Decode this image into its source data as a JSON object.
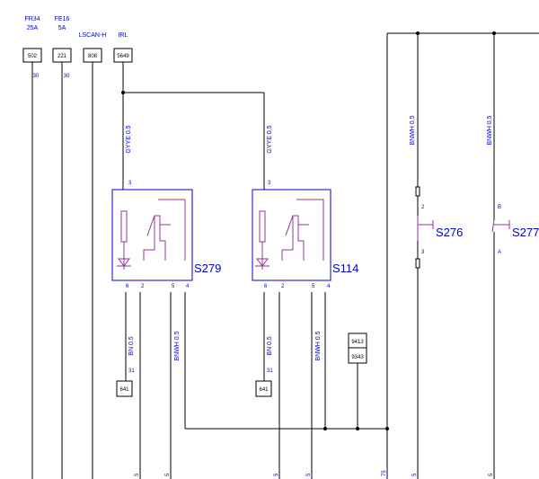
{
  "colors": {
    "wire": "#000000",
    "component": "#0000cc",
    "symbol": "#993399"
  },
  "connectors_top": [
    {
      "label_1": "FR34",
      "label_2": "25A",
      "box": "502",
      "pin": "30"
    },
    {
      "label_1": "FE16",
      "label_2": "5A",
      "box": "221",
      "pin": "30"
    },
    {
      "label_1": "LSCAN-H",
      "box": "808"
    },
    {
      "label_1": "IRL",
      "box": "5649"
    }
  ],
  "wires": {
    "gyye_left": "GYYE 0.5",
    "gyye_right": "GYYE 0.5",
    "bn_left": "BN 0.5",
    "bn_right": "BN 0.5",
    "bnwh_left": "BNWH 0.5",
    "bnwh_right": "BNWH 0.5",
    "bnwh_s276": "BNWH 0.5",
    "bnwh_s277": "BNWH 0.5"
  },
  "switches": {
    "s279": {
      "name": "S279",
      "pin_top": "3",
      "pin_6": "6",
      "pin_2": "2",
      "pin_5": "5",
      "pin_4": "4"
    },
    "s114": {
      "name": "S114",
      "pin_top": "3",
      "pin_6": "6",
      "pin_2": "2",
      "pin_5": "5",
      "pin_4": "4"
    },
    "s276": {
      "name": "S276",
      "pin_top": "2",
      "pin_bottom": "3"
    },
    "s277": {
      "name": "S277",
      "pin_top": "B",
      "pin_bottom": "A"
    }
  },
  "ground_left": {
    "pin": "31",
    "box": "641"
  },
  "ground_right": {
    "pin": "31",
    "box": "641"
  },
  "splice": {
    "top": "9413",
    "bottom": "9343"
  },
  "bottom_labels": [
    "5",
    "5",
    "5",
    "5",
    "75",
    "5",
    "5"
  ]
}
